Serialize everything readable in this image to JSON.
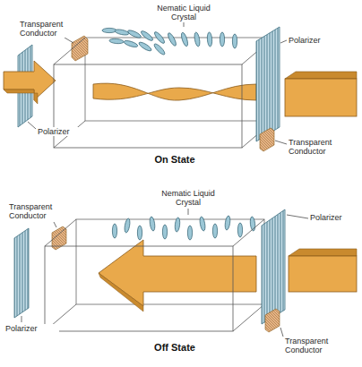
{
  "diagram": {
    "labels": [
      "Nematic Liquid Crystal",
      "Transparent Conductor",
      "Polarizer",
      "Polarizer",
      "On State",
      "Transparent Conductor",
      "Nematic Liquid Crystal",
      "Transparent Conductor",
      "Polarizer",
      "Polarizer",
      "Off State",
      "Transparent Conductor"
    ]
  }
}
